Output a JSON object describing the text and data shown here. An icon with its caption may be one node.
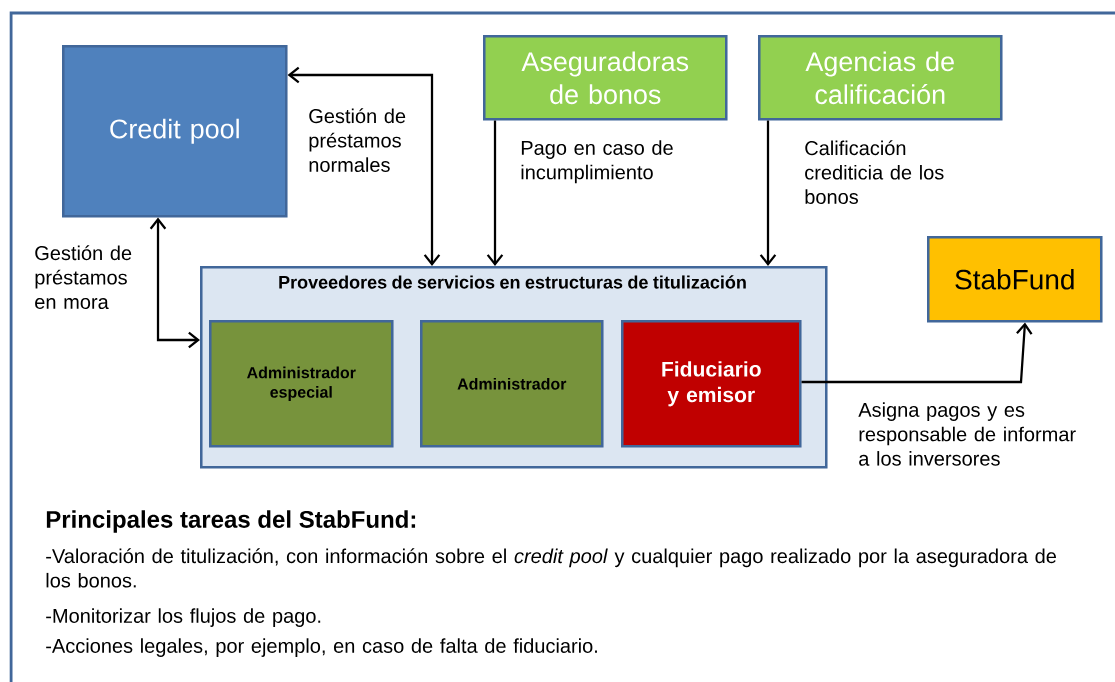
{
  "diagram": {
    "nodes": [
      {
        "text": [
          "Credit pool"
        ]
      },
      {
        "text": [
          "Aseguradoras de bonos"
        ]
      },
      {
        "text": [
          "Agencias de calificación"
        ]
      },
      {
        "text": [
          "Proveedores de servicios en estructuras de titulización"
        ]
      },
      {
        "text": [
          "Administrador especial"
        ],
        "in": 3
      },
      {
        "text": [
          "Administrador"
        ],
        "in": 3
      },
      {
        "text": [
          "Fiduciario y emisor"
        ],
        "in": 3
      },
      {
        "text": [
          "StabFund"
        ]
      }
    ],
    "edges": [
      {
        "from": 0,
        "to": 3,
        "arrow": "both",
        "label": "Gestión de préstamos normales"
      },
      {
        "from": 0,
        "to": 3,
        "arrow": "both",
        "label": "Gestión de préstamos en mora"
      },
      {
        "from": 1,
        "to": 3,
        "arrow": "to",
        "label": "Pago en caso de incumplimiento"
      },
      {
        "from": 2,
        "to": 3,
        "arrow": "to",
        "label": "Calificación crediticia de los bonos"
      },
      {
        "from": 6,
        "to": 7,
        "arrow": "to",
        "label": "Asigna pagos y es responsable de informar a los inversores"
      }
    ],
    "labels": [
      "Principales tareas del StabFund:",
      "-Valoración de titulización, con información sobre el *credit pool* y cualquier pago realizado por la aseguradora de los bonos.",
      "-Monitorizar los flujos de pago.",
      "-Acciones legales, por ejemplo, en caso de falta de fiduciario."
    ]
  }
}
